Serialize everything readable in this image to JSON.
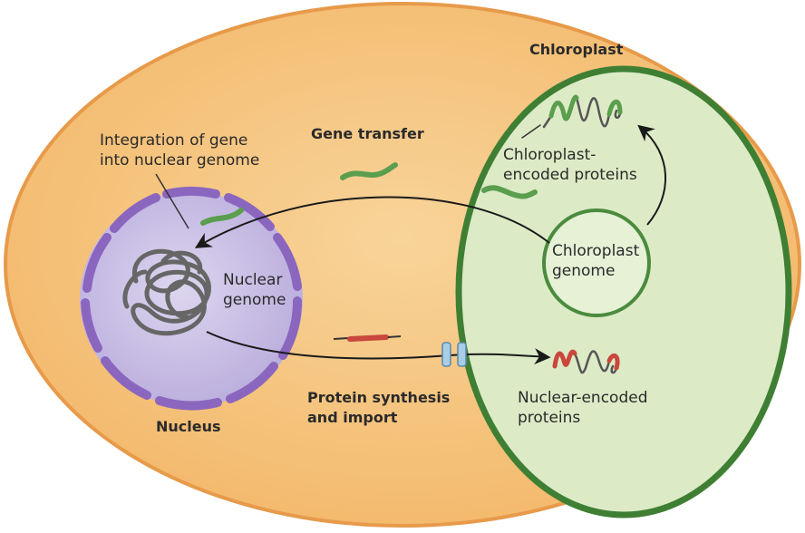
{
  "colors": {
    "cell_fill": "#f6c079",
    "cell_stroke": "#e79a4a",
    "chloroplast_fill": "#dcebc6",
    "chloroplast_stroke": "#3f7f34",
    "nucleus_fill": "#ccc3e6",
    "nucleus_stroke": "#8a66bf",
    "gene_green": "#5a9e4e",
    "gene_red": "#c9473d",
    "dna_gray": "#6a6a6a",
    "arrow": "#1a1a1a",
    "pore": "#a9cde6"
  },
  "labels": {
    "chloroplast": "Chloroplast",
    "gene_transfer": "Gene transfer",
    "integration_line1": "Integration of gene",
    "integration_line2": "into nuclear genome",
    "chloroplast_encoded_line1": "Chloroplast-",
    "chloroplast_encoded_line2": "encoded proteins",
    "chloroplast_genome_line1": "Chloroplast",
    "chloroplast_genome_line2": "genome",
    "nuclear_genome_line1": "Nuclear",
    "nuclear_genome_line2": "genome",
    "nucleus": "Nucleus",
    "protein_synthesis_line1": "Protein synthesis",
    "protein_synthesis_line2": "and import",
    "nuclear_encoded_line1": "Nuclear-encoded",
    "nuclear_encoded_line2": "proteins"
  }
}
